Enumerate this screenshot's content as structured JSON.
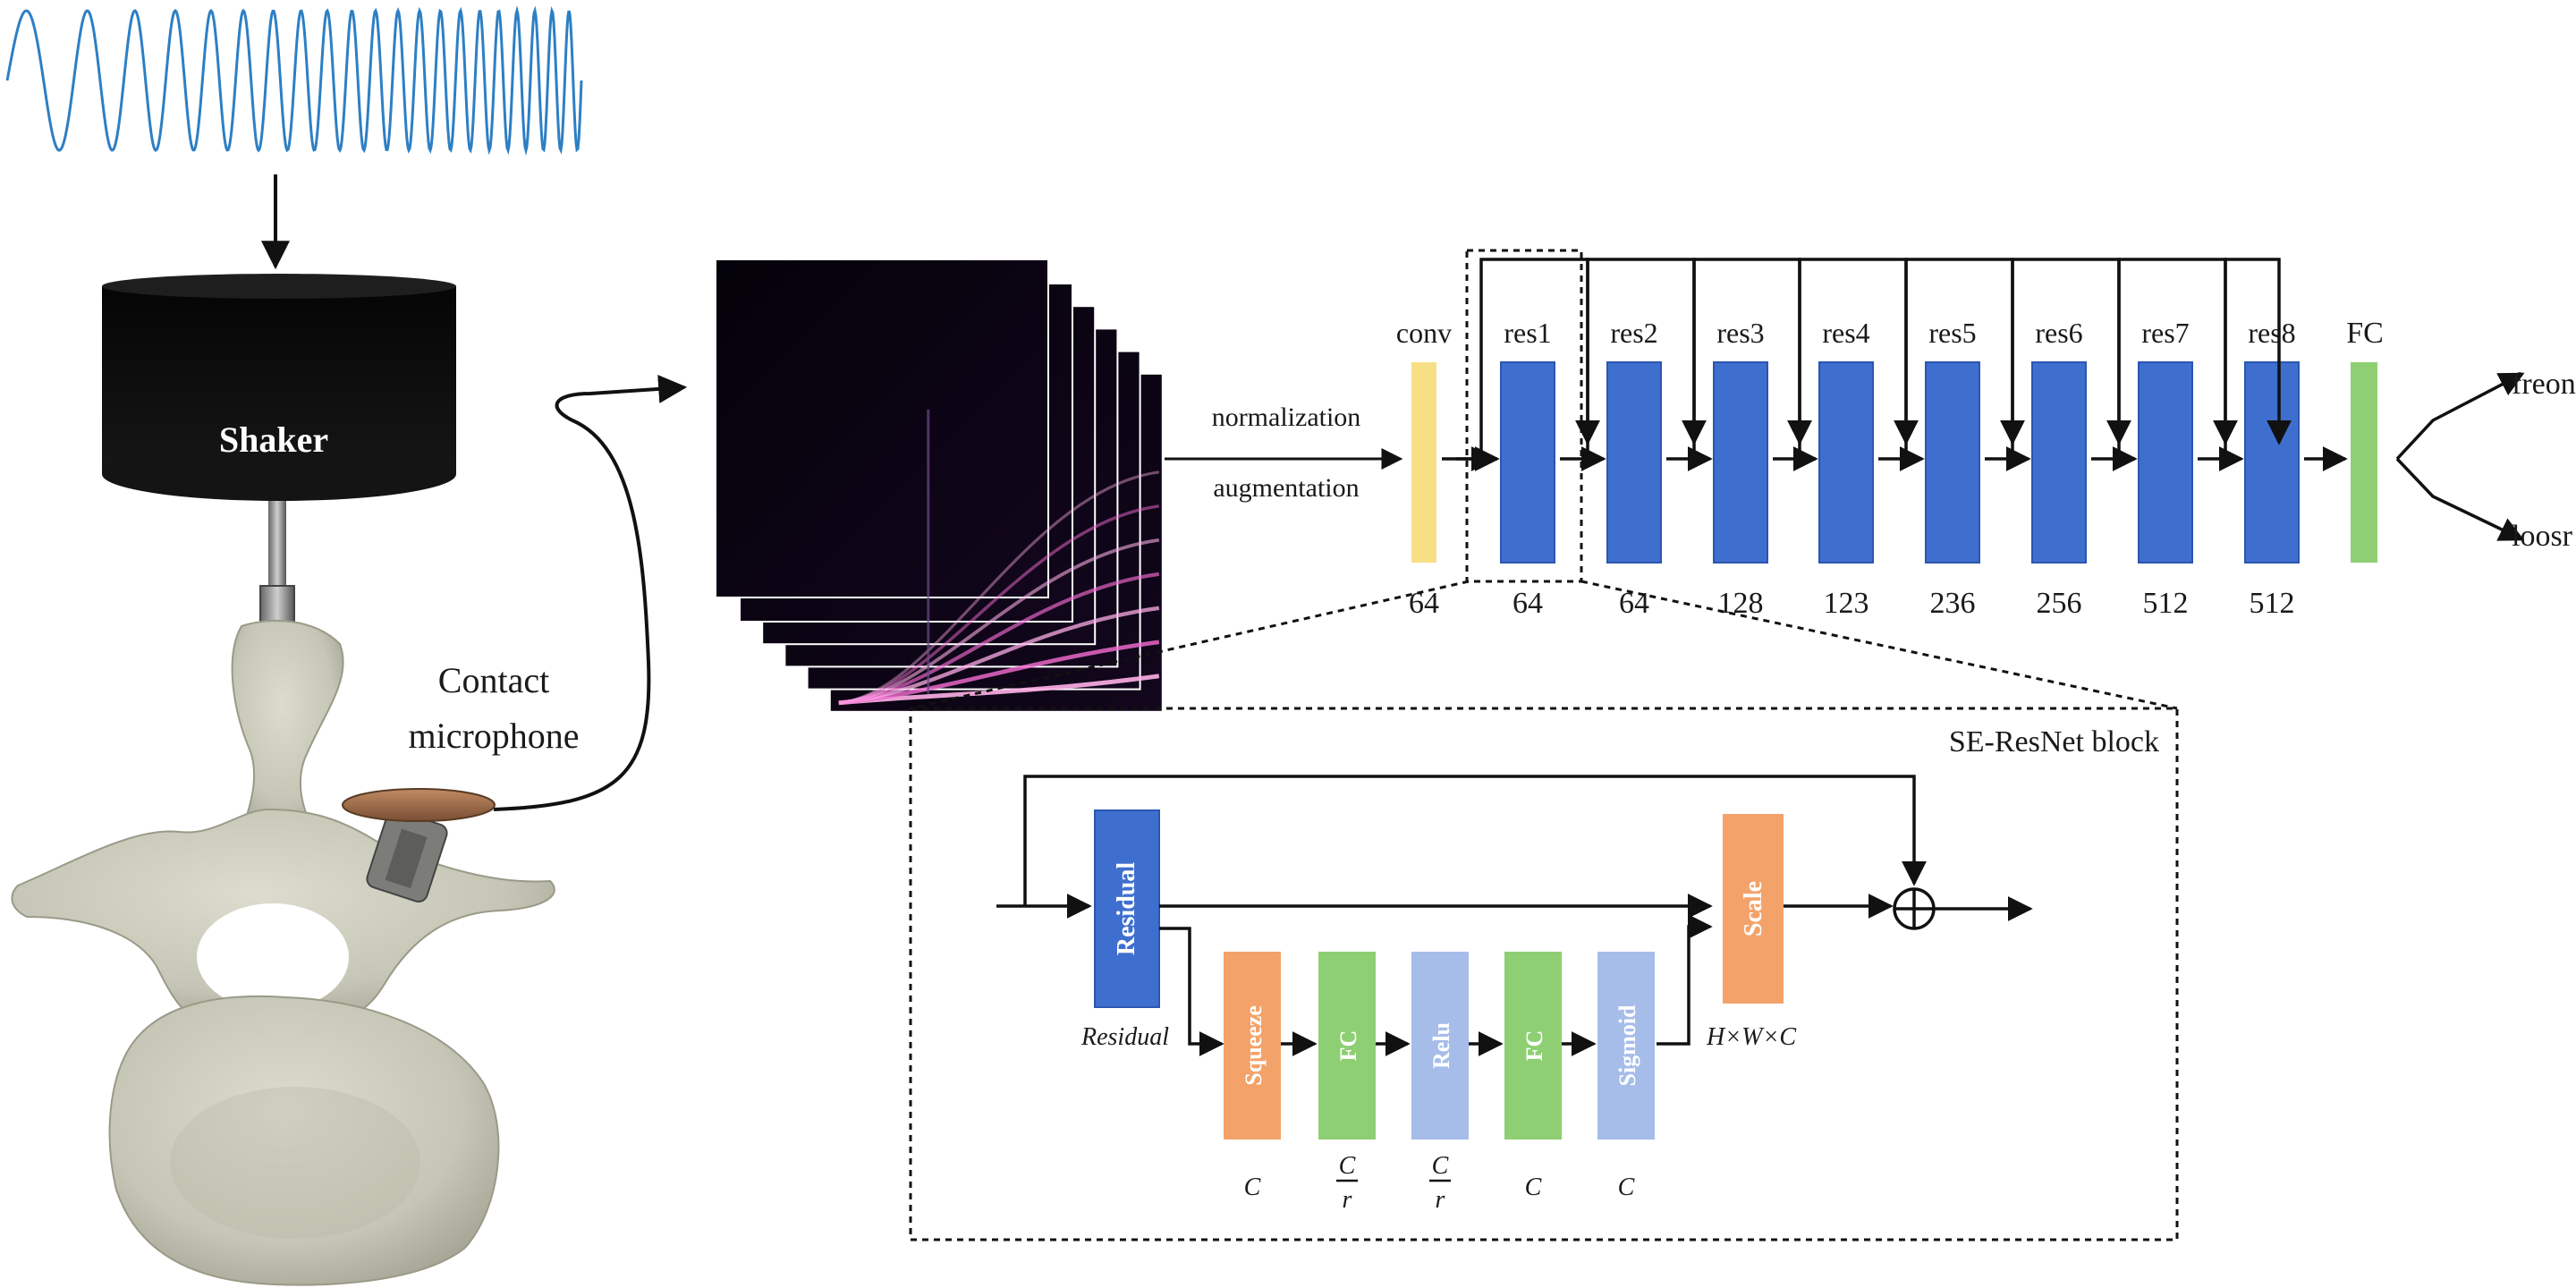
{
  "left": {
    "shaker_label": "Shaker",
    "mic_label_line1": "Contact",
    "mic_label_line2": "microphone"
  },
  "pipeline": {
    "normalization_label": "normalization",
    "augmentation_label": "augmentation",
    "conv_label": "conv",
    "fc_label": "FC",
    "blocks": [
      {
        "label": "conv",
        "channels": "64"
      },
      {
        "label": "res1",
        "channels": "64"
      },
      {
        "label": "res2",
        "channels": "64"
      },
      {
        "label": "res3",
        "channels": "128"
      },
      {
        "label": "res4",
        "channels": "123"
      },
      {
        "label": "res5",
        "channels": "236"
      },
      {
        "label": "res6",
        "channels": "256"
      },
      {
        "label": "res7",
        "channels": "512"
      },
      {
        "label": "res8",
        "channels": "512"
      }
    ],
    "outputs": [
      "freon",
      "loosr"
    ]
  },
  "se_block": {
    "title": "SE-ResNet block",
    "residual_box": "Residual",
    "residual_caption": "Residual",
    "scale_box": "Scale",
    "hwc_label": "H×W×C",
    "chain": [
      {
        "label": "Squeeze",
        "dim": "C",
        "color": "#f3a36a"
      },
      {
        "label": "FC",
        "dim": "C/r",
        "color": "#8fcf74"
      },
      {
        "label": "Relu",
        "dim": "C/r",
        "color": "#a6bde9"
      },
      {
        "label": "FC",
        "dim": "C",
        "color": "#8fcf74"
      },
      {
        "label": "Sigmoid",
        "dim": "C",
        "color": "#a6bde9"
      }
    ],
    "dim_top": "C",
    "dim_bottom": "r"
  },
  "colors": {
    "res_blue": "#3f6fce",
    "res_blue_edge": "#2b56b0",
    "conv_yellow": "#f7df86",
    "fc_green": "#8fcf74",
    "scale_orange": "#f3a36a",
    "wave_blue": "#2d7fc4"
  }
}
